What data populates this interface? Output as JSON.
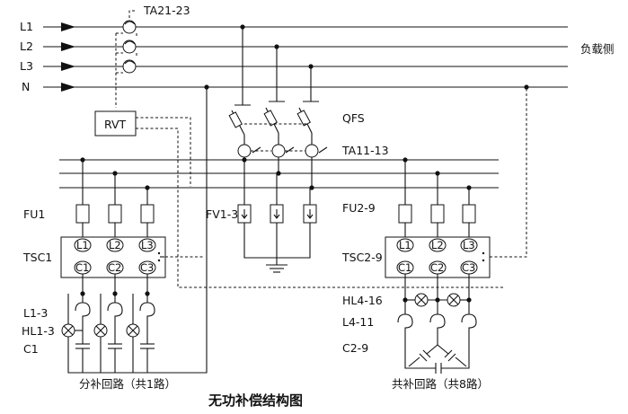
{
  "labels": {
    "bus_l1": "L1",
    "bus_l2": "L2",
    "bus_l3": "L3",
    "bus_n": "N",
    "ct_top": "TA21-23",
    "load_side": "负载侧",
    "rvt": "RVT",
    "qfs": "QFS",
    "ta_mid": "TA11-13",
    "fu1": "FU1",
    "fv": "FV1-3",
    "fu2": "FU2-9",
    "tsc1": "TSC1",
    "tsc2": "TSC2-9",
    "hl4": "HL4-16",
    "l4": "L4-11",
    "c2": "C2-9",
    "l1_3": "L1-3",
    "hl1_3": "HL1-3",
    "c1": "C1",
    "split_caption": "分补回路（共1路）",
    "common_caption": "共补回路（共8路）",
    "title": "无功补偿结构图"
  },
  "terminals": {
    "top": [
      "L1",
      "L2",
      "L3"
    ],
    "bottom": [
      "C1",
      "C2",
      "C3"
    ]
  }
}
